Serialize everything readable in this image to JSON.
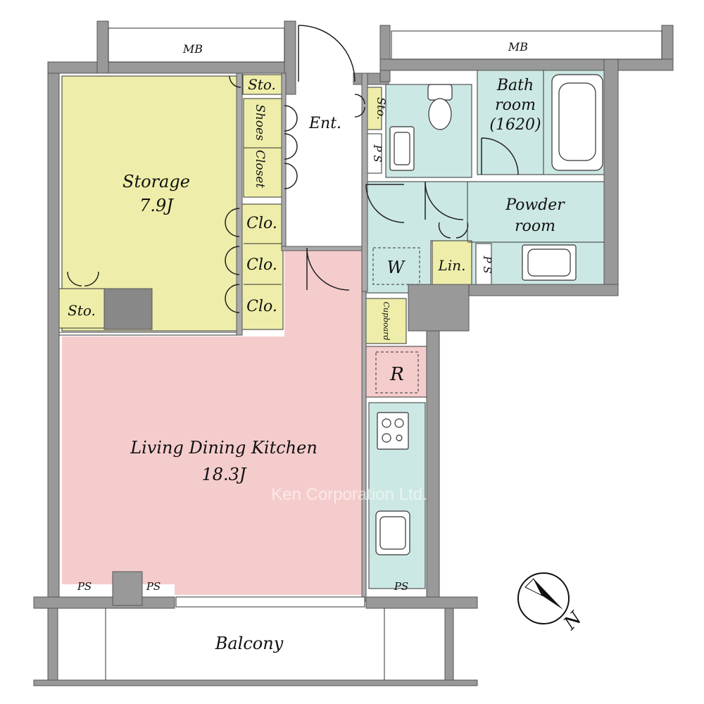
{
  "labels": {
    "mb_left": "MB",
    "mb_right": "MB",
    "storage_name": "Storage",
    "storage_size": "7.9J",
    "sto_top": "Sto.",
    "sto_entry": "Sto.",
    "sto_left": "Sto.",
    "shoes_closet_1": "Shoes",
    "shoes_closet_2": "Closet",
    "entrance": "Ent.",
    "ps_entry": "P S",
    "clo_1": "Clo.",
    "clo_2": "Clo.",
    "clo_3": "Clo.",
    "bath_1": "Bath",
    "bath_2": "room",
    "bath_3": "(1620)",
    "powder_1": "Powder",
    "powder_2": "room",
    "washer": "W",
    "linen": "Lin.",
    "ps_powder": "P S",
    "cupboard": "Cupboard",
    "fridge": "R",
    "ldk_name": "Living Dining Kitchen",
    "ldk_size": "18.3J",
    "watermark": "Ken Corporation Ltd.",
    "ps_bottom_1": "PS",
    "ps_bottom_2": "PS",
    "ps_bottom_3": "PS",
    "balcony": "Balcony",
    "north": "N"
  },
  "colors": {
    "wall": "#999999",
    "storage": "#eeeeaa",
    "ldk": "#f5cccc",
    "wet": "#cce8e4",
    "column": "#888888",
    "line": "#222222"
  },
  "icons": [
    "compass-icon",
    "toilet-icon",
    "bathtub-icon",
    "sink-icon",
    "stove-icon",
    "kitchen-sink-icon"
  ]
}
